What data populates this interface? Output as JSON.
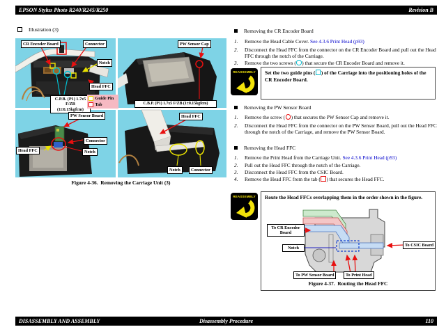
{
  "header": {
    "title": "EPSON Stylus Photo R240/R245/R250",
    "revision": "Revision B"
  },
  "footer": {
    "section": "DISASSEMBLY AND ASSEMBLY",
    "chapter": "Disassembly Procedure",
    "page": "110"
  },
  "illustration": {
    "heading": "Illustration (3)",
    "caption": "Figure 4-36.  Removing the Carriage Unit (3)",
    "photo1": {
      "label_cr_encoder_board": "CR Encoder Board",
      "label_connector": "Connector",
      "label_notch": "Notch",
      "label_head_ffc": "Head FFC",
      "screw_spec_line1": "C.P.B. (P1) 1.7x5 F/ZB",
      "screw_spec_line2": "(1±0.15kgfcm)",
      "legend_guide_pin": "Guide Pin",
      "legend_tab": "Tab"
    },
    "photo2": {
      "label_pw_sensor_cap": "PW Sensor Cap",
      "screw_spec": "C.B.P. (P1) 1.7x5 F/ZB (1±0.15kgfcm)"
    },
    "photo3": {
      "label_pw_sensor_board": "PW Sensor Board",
      "label_connector": "Connector",
      "label_head_ffc": "Head FFC",
      "label_notch": "Notch"
    },
    "photo4": {
      "label_head_ffc": "Head FFC",
      "label_notch": "Notch",
      "label_connector": "Connector"
    }
  },
  "sections": [
    {
      "title": "Removing the CR Encoder Board",
      "steps": [
        {
          "num": "1.",
          "pre": "Remove the Head Cable Cover. ",
          "link": "See 4.3.6 Print Head (p93)"
        },
        {
          "num": "2.",
          "pre": "Disconnect the Head FFC from the connector on the CR Encoder Board and pull out the Head FFC through the notch of the Carriage."
        },
        {
          "num": "3.",
          "pre": "Remove the two screws (",
          "symbol": "cyan-circle",
          "post": ") that secure the CR Encoder Board and remove it."
        }
      ]
    },
    {
      "title": "Removing the PW Sensor Board",
      "steps": [
        {
          "num": "1.",
          "pre": "Remove the screw (",
          "symbol": "red-circle",
          "post": ") that secures the PW Sensor Cap and remove it."
        },
        {
          "num": "2.",
          "pre": "Disconnect the Head FFC from the connector on the PW Sensor Board, pull out the Head FFC through the notch of the Carriage, and remove the PW Sensor Board."
        }
      ]
    },
    {
      "title": "Removing the Head FFC",
      "steps": [
        {
          "num": "1.",
          "pre": "Remove the Print Head from the Carriage Unit. ",
          "link": "See 4.3.6 Print Head (p93)"
        },
        {
          "num": "2.",
          "pre": "Pull out the Head FFC through the notch of the Carriage."
        },
        {
          "num": "3.",
          "pre": "Disconnect the Head FFC from the CSIC Board."
        },
        {
          "num": "4.",
          "pre": "Remove the Head FFC from the tab (",
          "symbol": "red-square",
          "post": ") that secures the Head FFC."
        }
      ]
    }
  ],
  "reassembly1": {
    "badge": "REASSEMBLY",
    "pre": "Set the two guide pins (",
    "symbol": "cyan-square",
    "post": ") of the Carriage into the positioning holes of the CR Encoder Board."
  },
  "reassembly2": {
    "badge": "REASSEMBLY",
    "text": "Route the Head FFCs overlapping them in the order shown in the figure."
  },
  "figure37": {
    "caption": "Figure 4-37.  Routing the Head FFC",
    "label_to_cr_encoder": "To CR Encoder Board",
    "label_notch": "Notch",
    "label_to_csic": "To CSIC Board",
    "label_to_pw_sensor": "To PW Sensor Board",
    "label_to_print_head": "To Print Head"
  },
  "colors": {
    "link": "#0000cc",
    "photo_background": "#7ed3e6",
    "legend_background": "#f6b9c2",
    "screw_marker_cyan": "#00b8cc",
    "screw_marker_red": "#e81010",
    "guide_pin_yellow": "#e8d800",
    "reassembly_yellow": "#f2e20a"
  }
}
